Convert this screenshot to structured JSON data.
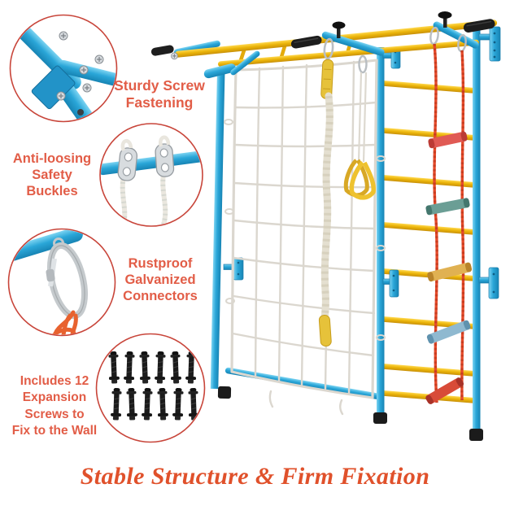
{
  "heading": {
    "text": "Stable Structure & Firm Fixation"
  },
  "callouts": [
    {
      "name": "sturdy-screw-fastening",
      "lines": [
        "Sturdy Screw",
        "Fastening"
      ]
    },
    {
      "name": "anti-loosing-safety-buckles",
      "lines": [
        "Anti-loosing",
        "Safety",
        "Buckles"
      ]
    },
    {
      "name": "rustproof-galvanized-connectors",
      "lines": [
        "Rustproof",
        "Galvanized",
        "Connectors"
      ]
    },
    {
      "name": "includes-12-expansion-screws",
      "lines": [
        "Includes 12",
        "Expansion",
        "Screws to",
        "Fix to the Wall"
      ],
      "screw_count": 12
    }
  ],
  "product": {
    "parts": [
      "monkey-bar-top-rails",
      "pull-up-grips",
      "wall-mount-brackets",
      "climbing-cargo-net",
      "climbing-rope",
      "gymnastic-rings",
      "rope-ladder",
      "swedish-ladder-rungs",
      "floor-feet"
    ]
  },
  "colors": {
    "background": "#ffffff",
    "frame_blue": "#2aa6d8",
    "bar_yellow": "#f2bd18",
    "rope_ladder_red": "#e64a2a",
    "callout_ring": "#c8453a",
    "callout_text": "#e25d47",
    "heading_text": "#e0512b",
    "net_white": "#dbd7cf",
    "grip_black": "#1d1d1d"
  }
}
